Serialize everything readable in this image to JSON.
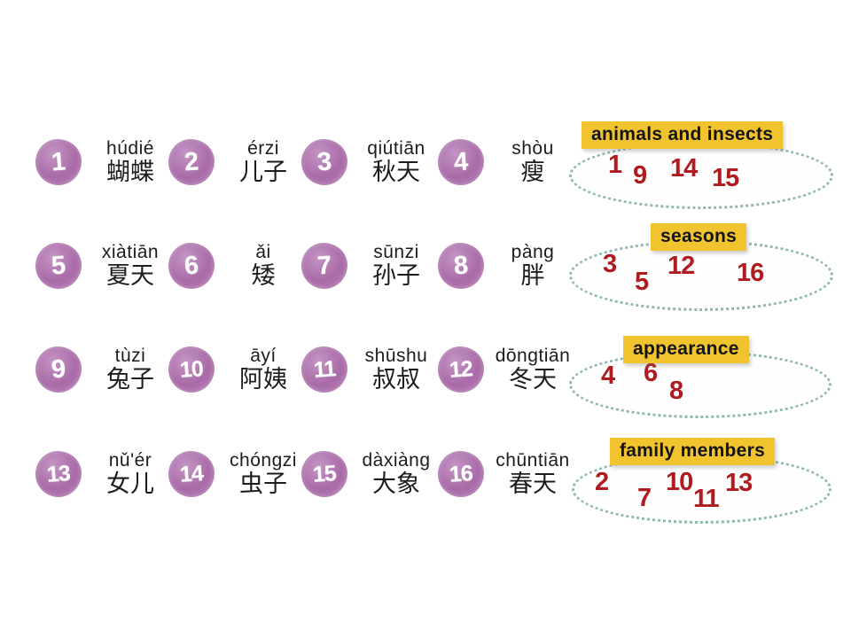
{
  "page": {
    "background": "#ffffff"
  },
  "vocab_items": [
    {
      "num": "1",
      "pinyin": "húdié",
      "hanzi": "蝴蝶"
    },
    {
      "num": "2",
      "pinyin": "érzi",
      "hanzi": "儿子"
    },
    {
      "num": "3",
      "pinyin": "qiútiān",
      "hanzi": "秋天"
    },
    {
      "num": "4",
      "pinyin": "shòu",
      "hanzi": "瘦"
    },
    {
      "num": "5",
      "pinyin": "xiàtiān",
      "hanzi": "夏天"
    },
    {
      "num": "6",
      "pinyin": "ǎi",
      "hanzi": "矮"
    },
    {
      "num": "7",
      "pinyin": "sūnzi",
      "hanzi": "孙子"
    },
    {
      "num": "8",
      "pinyin": "pàng",
      "hanzi": "胖"
    },
    {
      "num": "9",
      "pinyin": "tùzi",
      "hanzi": "兔子"
    },
    {
      "num": "10",
      "pinyin": "āyí",
      "hanzi": "阿姨"
    },
    {
      "num": "11",
      "pinyin": "shūshu",
      "hanzi": "叔叔"
    },
    {
      "num": "12",
      "pinyin": "dōngtiān",
      "hanzi": "冬天"
    },
    {
      "num": "13",
      "pinyin": "nǔ'ér",
      "hanzi": "女儿"
    },
    {
      "num": "14",
      "pinyin": "chóngzi",
      "hanzi": "虫子"
    },
    {
      "num": "15",
      "pinyin": "dàxiàng",
      "hanzi": "大象"
    },
    {
      "num": "16",
      "pinyin": "chūntiān",
      "hanzi": "春天"
    }
  ],
  "categories": [
    {
      "label": "animals and insects",
      "numbers": [
        "1",
        "9",
        "14",
        "15"
      ]
    },
    {
      "label": "seasons",
      "numbers": [
        "3",
        "5",
        "12",
        "16"
      ]
    },
    {
      "label": "appearance",
      "numbers": [
        "4",
        "6",
        "8"
      ]
    },
    {
      "label": "family members",
      "numbers": [
        "2",
        "7",
        "10",
        "11",
        "13"
      ]
    }
  ],
  "colors": {
    "circle_purple": "#a96ba8",
    "circle_light": "#c495c3",
    "circle_mid": "#b57cb3",
    "label_yellow": "#f0c32f",
    "number_red": "#b01b1f",
    "oval_dot_teal": "#8fb8b0",
    "ink": "#1c1c1c"
  }
}
